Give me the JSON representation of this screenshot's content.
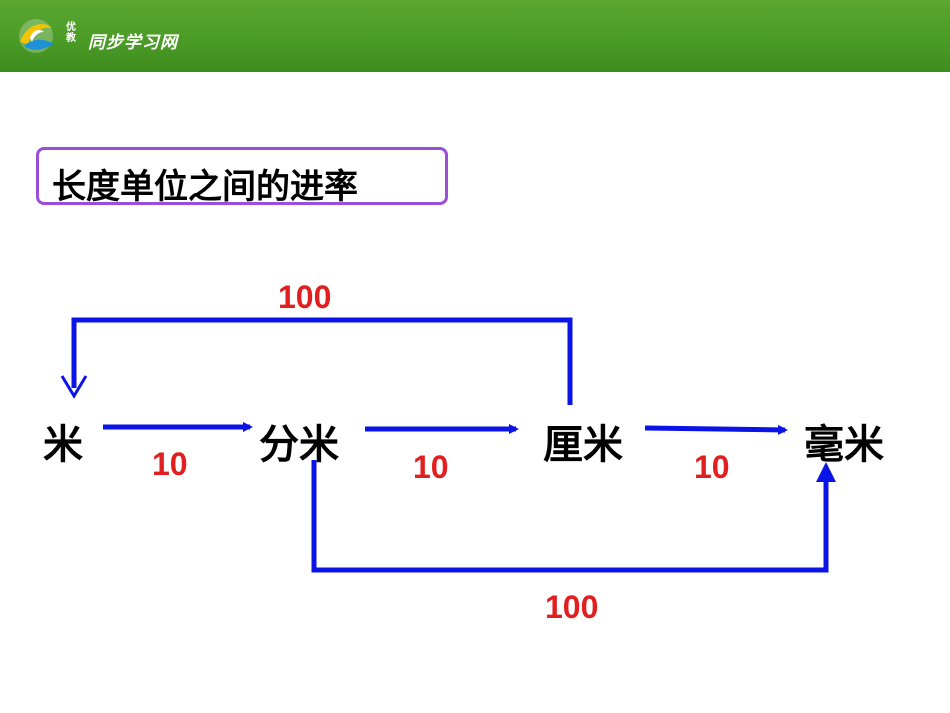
{
  "header": {
    "logo_icon": "leaf-swirl-logo-icon",
    "brand_small": "优\n教",
    "brand_name": "同步学习网",
    "colors": {
      "bar": "#4a9a26",
      "text": "#ffffff"
    }
  },
  "title": "长度单位之间的进率",
  "units": [
    "米",
    "分米",
    "厘米",
    "毫米"
  ],
  "rates": {
    "m_to_dm": "10",
    "dm_to_cm": "10",
    "cm_to_mm": "10",
    "cm_to_m": "100",
    "dm_to_mm": "100"
  },
  "colors": {
    "arrow": "#0a14e6",
    "rate_text": "#e02020",
    "title_border": "#9b4fd8"
  }
}
